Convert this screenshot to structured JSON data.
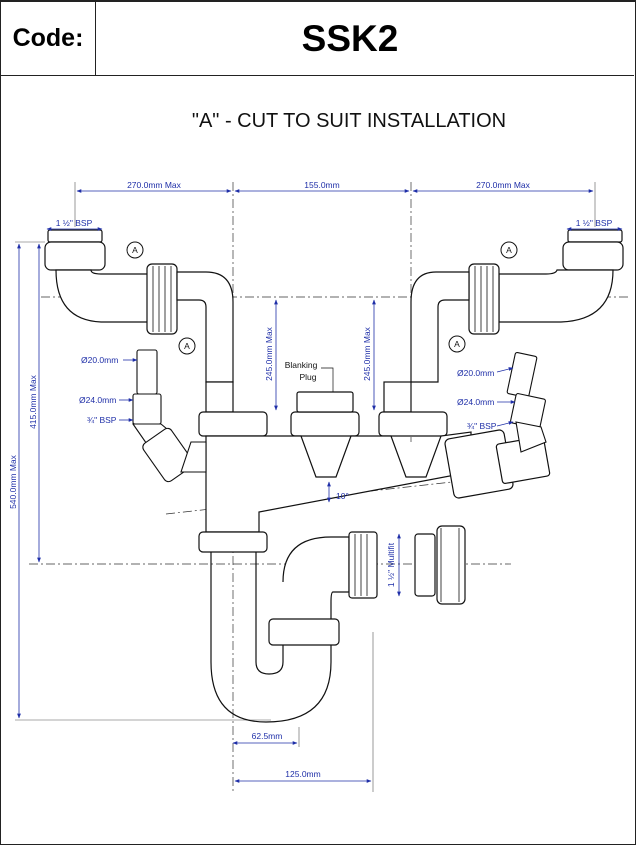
{
  "header": {
    "code_label": "Code:",
    "code_value": "SSK2"
  },
  "title": "\"A\" - CUT TO SUIT INSTALLATION",
  "colors": {
    "dimension": "#1f2fa8",
    "outline": "#111111",
    "pipe_fill": "#ffffff"
  },
  "dimensions": {
    "left_width": "270.0mm Max",
    "center_width": "155.0mm",
    "right_width": "270.0mm Max",
    "bsp_left": "1 ½\" BSP",
    "bsp_right": "1 ½\" BSP",
    "height_415": "415.0mm Max",
    "height_540": "540.0mm Max",
    "left_riser": "245.0mm Max",
    "right_riser": "245.0mm Max",
    "spigot_20_left": "Ø20.0mm",
    "spigot_24_left": "Ø24.0mm",
    "bsp_34_left": "¾\" BSP",
    "spigot_20_right": "Ø20.0mm",
    "spigot_24_right": "Ø24.0mm",
    "bsp_34_right": "¾\" BSP",
    "angle": "10°",
    "multifit": "1 ½\" Multifit",
    "trap_62": "62.5mm",
    "trap_125": "125.0mm"
  },
  "labels": {
    "blanking_line1": "Blanking",
    "blanking_line2": "Plug",
    "cut_marker": "A"
  }
}
